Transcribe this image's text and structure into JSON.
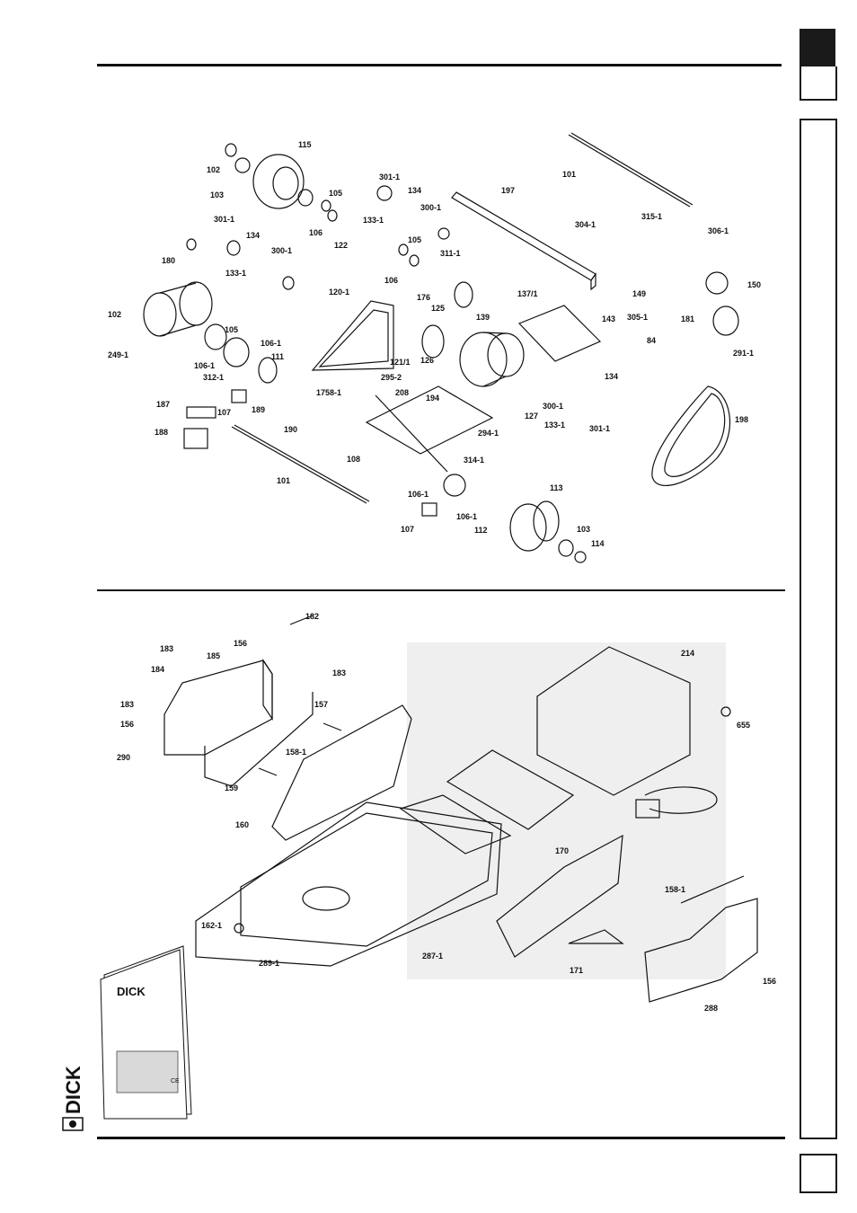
{
  "brand": {
    "name": "DICK"
  },
  "manual_cover": {
    "brand": "DICK",
    "mark": "CE"
  },
  "top_assembly": {
    "labels": [
      "101",
      "102",
      "103",
      "115",
      "105",
      "301-1",
      "134",
      "133-1",
      "106",
      "300-1",
      "122",
      "197",
      "304-1",
      "315-1",
      "306-1",
      "301-1",
      "134",
      "180",
      "133-1",
      "300-1",
      "105",
      "311-1",
      "106",
      "149",
      "150",
      "120-1",
      "176",
      "125",
      "137/1",
      "305-1",
      "181",
      "102",
      "249-1",
      "105",
      "106-1",
      "312-1",
      "106-1",
      "111",
      "121/1",
      "139",
      "143",
      "84",
      "291-1",
      "126",
      "1758-1",
      "295-2",
      "208",
      "127",
      "194",
      "300-1",
      "134",
      "187",
      "107",
      "189",
      "190",
      "133-1",
      "301-1",
      "198",
      "188",
      "294-1",
      "108",
      "101",
      "314-1",
      "106-1",
      "113",
      "106-1",
      "107",
      "112",
      "103",
      "114"
    ]
  },
  "bottom_assembly": {
    "labels": [
      "182",
      "183",
      "185",
      "156",
      "214",
      "184",
      "183",
      "157",
      "655",
      "183",
      "156",
      "158-1",
      "290",
      "159",
      "160",
      "170",
      "158-1",
      "162-1",
      "287-1",
      "289-1",
      "171",
      "156",
      "288"
    ]
  },
  "colors": {
    "ink": "#111111",
    "paper": "#ffffff",
    "photo": "#e9e9e9"
  }
}
